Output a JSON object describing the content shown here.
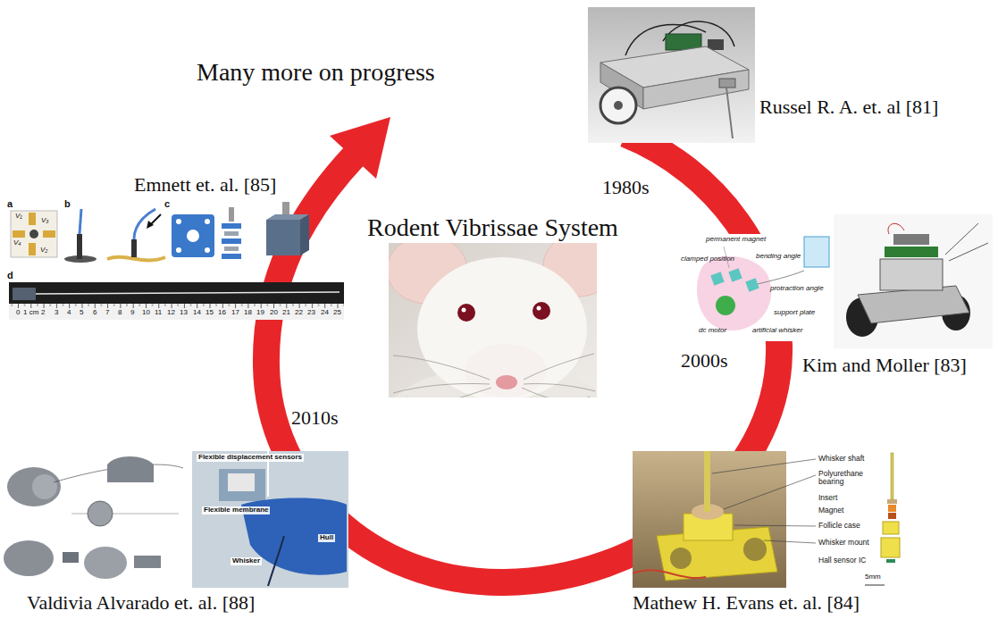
{
  "diagram": {
    "nodes": [
      {
        "text": [
          "Russel R. A. et. al [81]"
        ]
      },
      {
        "text": [
          "Emnett et. al. [85]"
        ]
      },
      {
        "text": [
          "Rodent Vibrissae System"
        ]
      },
      {
        "text": [
          "Kim and Moller [83]"
        ]
      },
      {
        "text": [
          "Valdivia Alvarado et. al. [88]"
        ]
      },
      {
        "text": [
          "Mathew H. Evans et. al. [84]"
        ]
      }
    ],
    "labels": [
      "Many more on progress",
      "1980s",
      "2000s",
      "2010s",
      "a",
      "b",
      "c",
      "d",
      "V₁",
      "V₃",
      "V₄",
      "V₂",
      "0",
      "1 cm",
      "2",
      "3",
      "4",
      "5",
      "6",
      "7",
      "8",
      "9",
      "10",
      "11",
      "12",
      "13",
      "14",
      "15",
      "16",
      "17",
      "18",
      "19",
      "20",
      "21",
      "22",
      "23",
      "24",
      "25",
      "permanent magnet",
      "clamped position",
      "bending angle",
      "protraction angle",
      "support plate",
      "dc motor",
      "artificial whisker",
      "Whisker shaft",
      "Polyurethane bearing",
      "Insert",
      "Magnet",
      "Follicle case",
      "Whisker mount",
      "Hall sensor IC",
      "5mm",
      "Flexible displacement sensors",
      "Flexible membrane",
      "Whisker",
      "Hull"
    ]
  }
}
